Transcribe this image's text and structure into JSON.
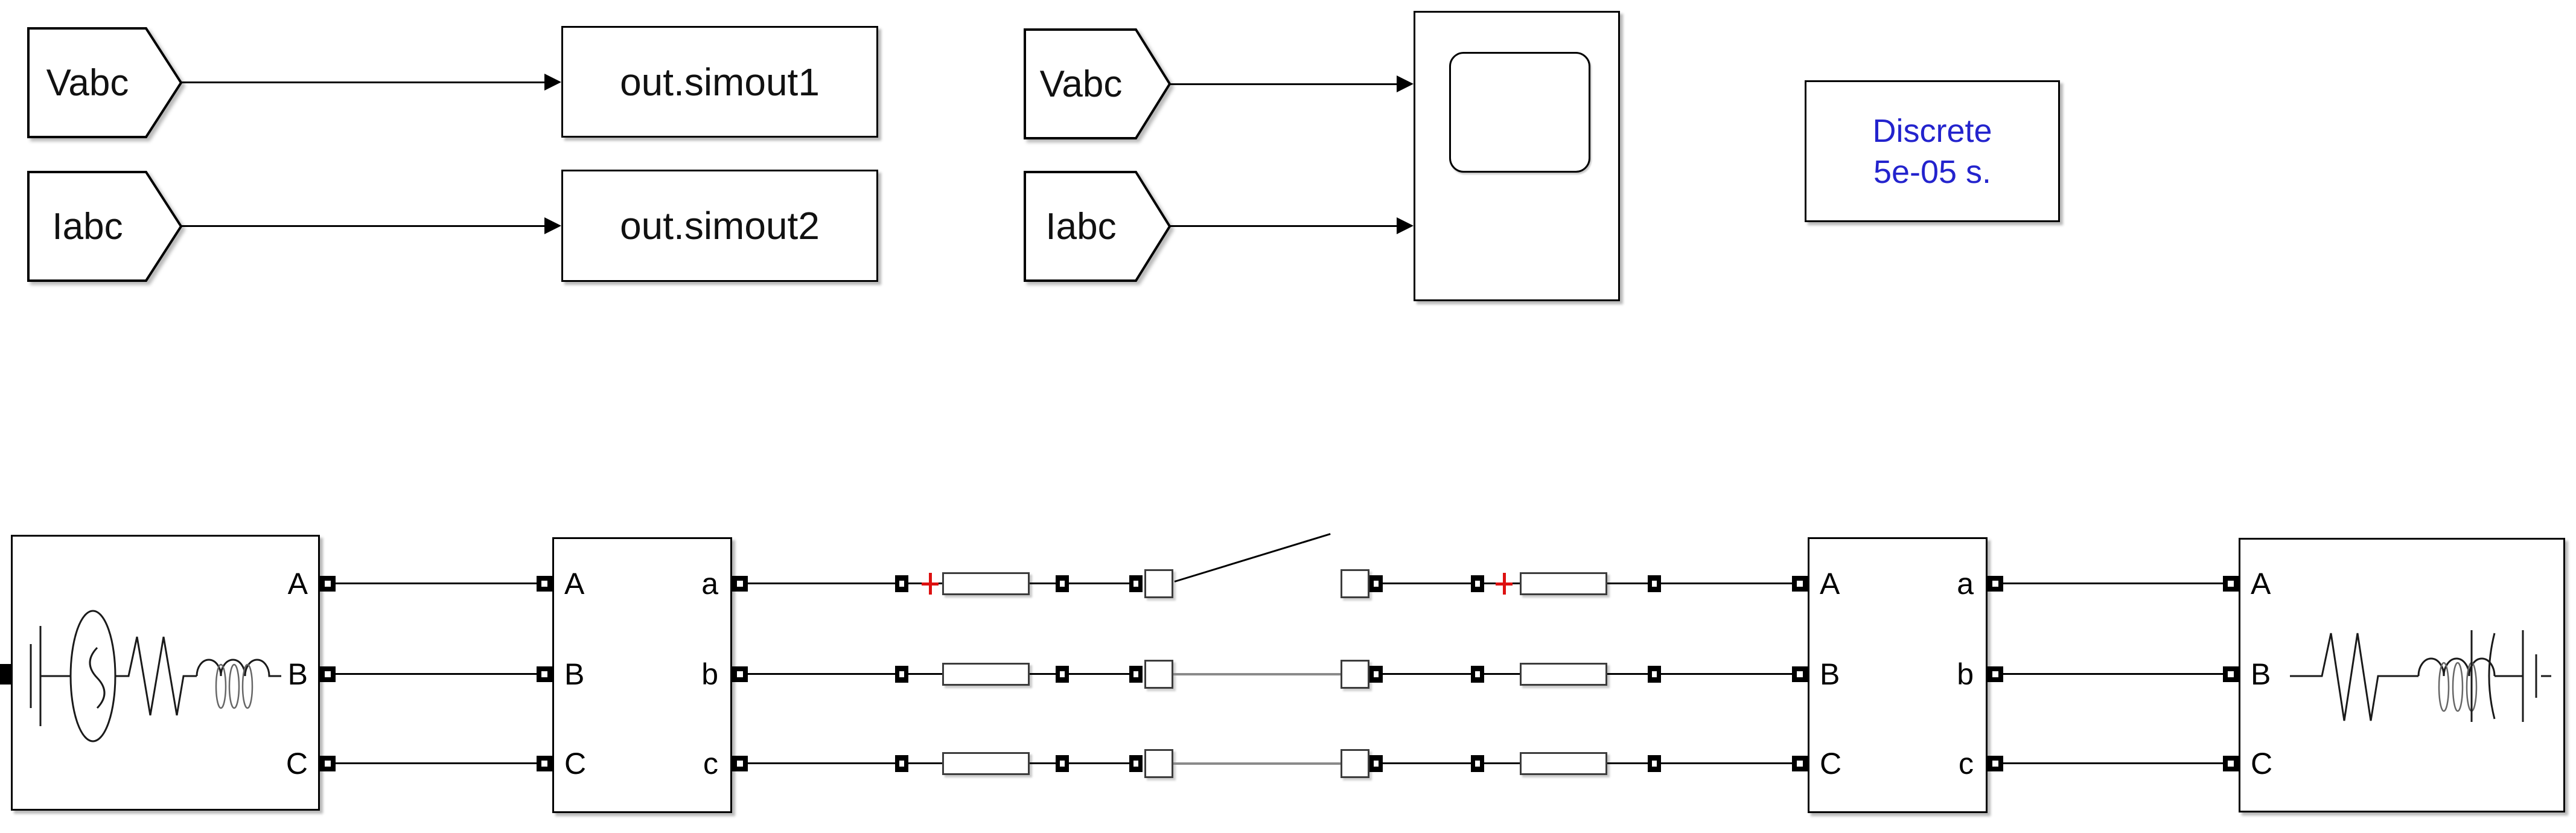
{
  "colors": {
    "background": "#ffffff",
    "line": "#000000",
    "block_border": "#000000",
    "branch_border": "#3c3c3c",
    "breaker_closed_line": "#8a8a8a",
    "polarity_plus": "#dd1111",
    "powergui_text": "#2323cd",
    "shadow": "rgba(100,100,100,0.45)"
  },
  "goto_group": {
    "tags": [
      {
        "label": "Vabc"
      },
      {
        "label": "Iabc"
      }
    ],
    "to_workspace": [
      {
        "label": "out.simout1"
      },
      {
        "label": "out.simout2"
      }
    ]
  },
  "scope_group": {
    "tags": [
      {
        "label": "Vabc"
      },
      {
        "label": "Iabc"
      }
    ]
  },
  "powergui": {
    "line1": "Discrete",
    "line2": "5e-05 s."
  },
  "circuit": {
    "source": {
      "ports_right": [
        "A",
        "B",
        "C"
      ]
    },
    "meas1": {
      "ports_left": [
        "A",
        "B",
        "C"
      ],
      "ports_right": [
        "a",
        "b",
        "c"
      ]
    },
    "meas2": {
      "ports_left": [
        "A",
        "B",
        "C"
      ],
      "ports_right": [
        "a",
        "b",
        "c"
      ]
    },
    "load": {
      "ports_left": [
        "A",
        "B",
        "C"
      ]
    },
    "phases": [
      "a",
      "b",
      "c"
    ]
  },
  "icons": {
    "from_tag": "from-tag-icon",
    "scope_screen": "scope-screen-icon",
    "source_icon": "three-phase-source-icon",
    "load_icon": "series-rlc-load-icon",
    "breaker_open": "breaker-open-lever-icon",
    "breaker_closed": "breaker-closed-line-icon",
    "polarity": "plus-polarity-icon",
    "port": "connection-port-icon"
  }
}
